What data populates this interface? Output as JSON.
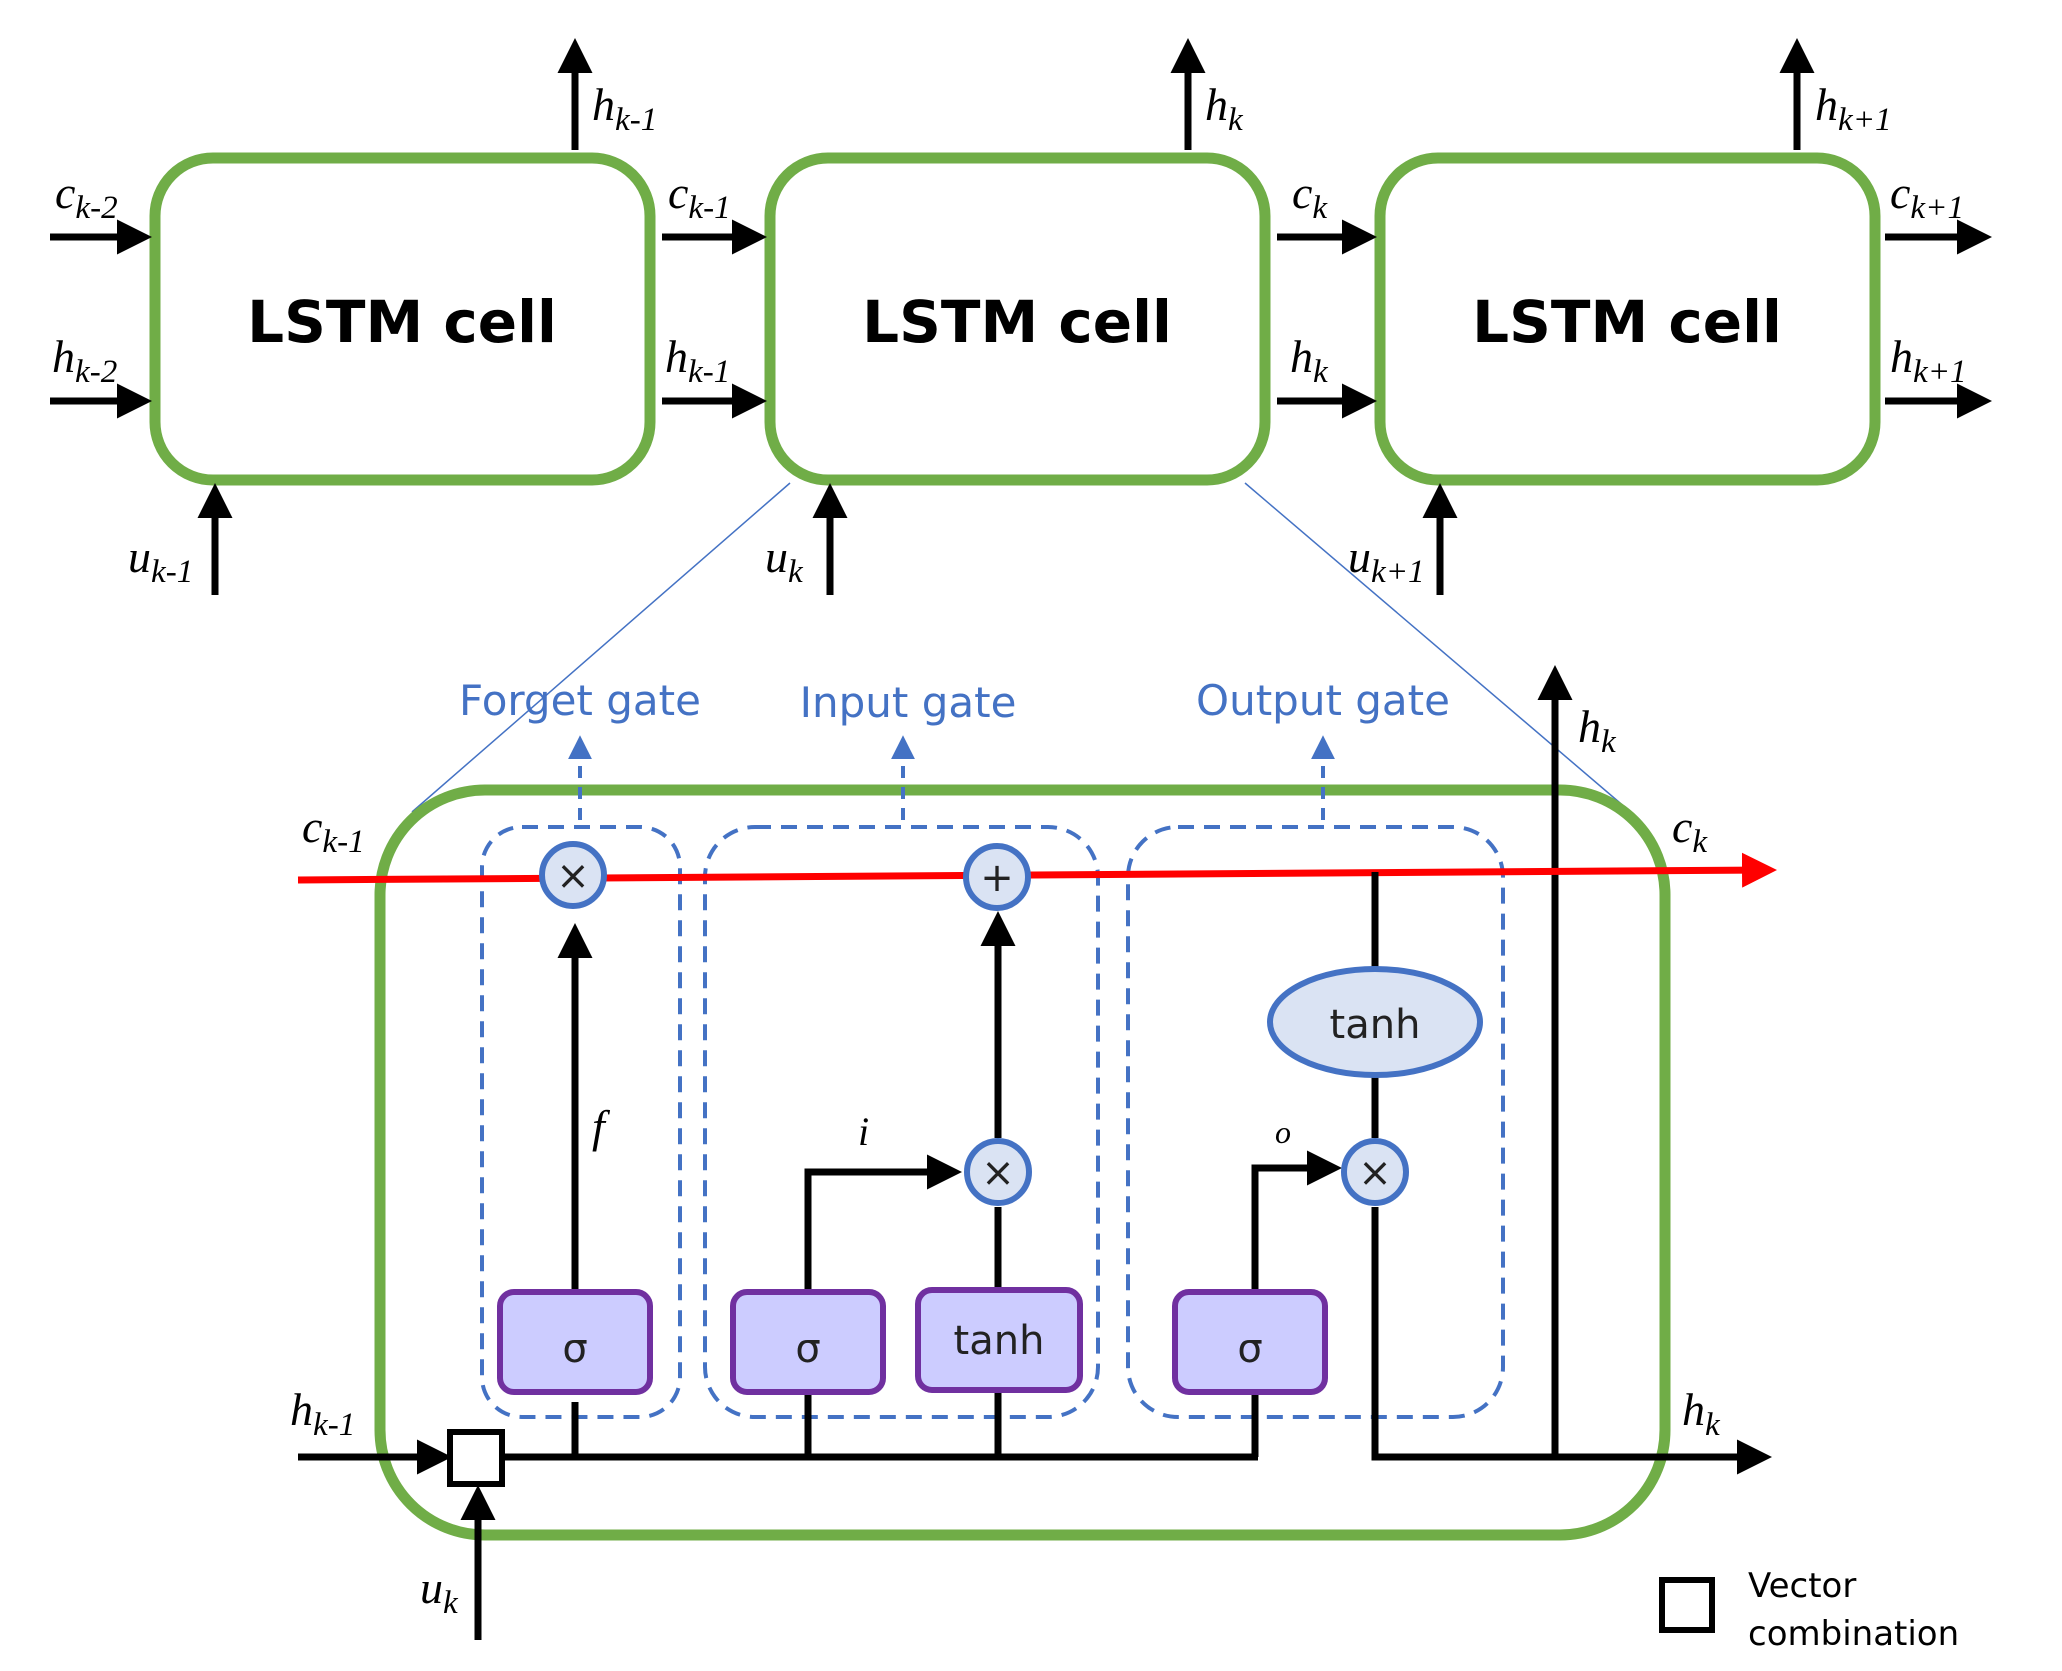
{
  "colors": {
    "cell_border": "#70AD47",
    "gate_label": "#4472C4",
    "gate_box": "#4472C4",
    "cell_state_line": "#FF0000",
    "sigma_fill": "#CCCCFF",
    "sigma_border": "#7030A0",
    "op_fill": "#DAE3F3",
    "op_border": "#4472C4",
    "tanh_ellipse_fill": "#DAE3F3",
    "tanh_ellipse_border": "#4472C4"
  },
  "top": {
    "cells": [
      {
        "title": "LSTM cell",
        "in_c": {
          "base": "c",
          "sub": "k-2"
        },
        "in_h": {
          "base": "h",
          "sub": "k-2"
        },
        "in_u": {
          "base": "u",
          "sub": "k-1"
        },
        "out_h_up": {
          "base": "h",
          "sub": "k-1"
        }
      },
      {
        "title": "LSTM cell",
        "in_c": {
          "base": "c",
          "sub": "k-1"
        },
        "in_h": {
          "base": "h",
          "sub": "k-1"
        },
        "in_u": {
          "base": "u",
          "sub": "k"
        },
        "out_h_up": {
          "base": "h",
          "sub": "k"
        }
      },
      {
        "title": "LSTM cell",
        "in_c": {
          "base": "c",
          "sub": "k"
        },
        "in_h": {
          "base": "h",
          "sub": "k"
        },
        "in_u": {
          "base": "u",
          "sub": "k+1"
        },
        "out_h_up": {
          "base": "h",
          "sub": "k+1"
        }
      }
    ],
    "last_out_c": {
      "base": "c",
      "sub": "k+1"
    },
    "last_out_h": {
      "base": "h",
      "sub": "k+1"
    }
  },
  "detail": {
    "gates": {
      "forget": "Forget gate",
      "input": "Input gate",
      "output": "Output gate"
    },
    "labels": {
      "c_in": {
        "base": "c",
        "sub": "k-1"
      },
      "c_out": {
        "base": "c",
        "sub": "k"
      },
      "h_in": {
        "base": "h",
        "sub": "k-1"
      },
      "h_out_right": {
        "base": "h",
        "sub": "k"
      },
      "h_out_up": {
        "base": "h",
        "sub": "k"
      },
      "u_in": {
        "base": "u",
        "sub": "k"
      },
      "f": "f",
      "i": "i",
      "o": "o"
    },
    "ops": {
      "multiply": "×",
      "add": "+"
    },
    "functions": {
      "sigma": "σ",
      "tanh": "tanh"
    }
  },
  "legend": {
    "line1": "Vector",
    "line2": "combination"
  }
}
